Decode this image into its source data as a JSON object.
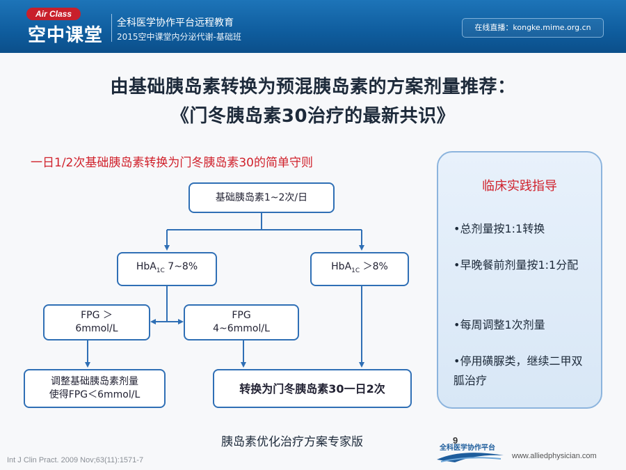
{
  "header": {
    "logo_top": "Air Class",
    "logo_main": "空中课堂",
    "title": "全科医学协作平台远程教育",
    "subtitle": "2015空中课堂内分泌代谢-基础班",
    "live": "在线直播：kongke.mime.org.cn"
  },
  "slide": {
    "title_line1": "由基础胰岛素转换为预混胰岛素的方案剂量推荐：",
    "title_line2": "《门冬胰岛素30治疗的最新共识》",
    "subtitle": "一日1/2次基础胰岛素转换为门冬胰岛素30的简单守则"
  },
  "flow": {
    "start": "基础胰岛素1~2次/日",
    "hba_left_prefix": "HbA",
    "hba_left_sub": "1C",
    "hba_left_suffix": " 7~8%",
    "hba_right_prefix": "HbA",
    "hba_right_sub": "1C",
    "hba_right_suffix": " ＞8%",
    "fpg_high_line1": "FPG ＞",
    "fpg_high_line2": "6mmol/L",
    "fpg_mid_line1": "FPG",
    "fpg_mid_line2": "4~6mmol/L",
    "adjust_line1": "调整基础胰岛素剂量",
    "adjust_line2": "使得FPG＜6mmol/L",
    "switch": "转换为门冬胰岛素30一日2次"
  },
  "panel": {
    "title": "临床实践指导",
    "items": [
      "•总剂量按1:1转换",
      "•早晚餐前剂量按1:1分配",
      "•每周调整1次剂量",
      "•停用磺脲类，继续二甲双胍治疗"
    ]
  },
  "footer": {
    "reference": "Int J Clin Pract. 2009 Nov;63(11):1571-7",
    "expert": "胰岛素优化治疗方案专家版",
    "page": "9",
    "logo_text": "全科医学协作平台",
    "url": "www.alliedphysician.com"
  },
  "colors": {
    "header_blue": "#0f5d9e",
    "box_border": "#2f6fb5",
    "accent_red": "#d0212b",
    "panel_bg": "#dde9f6"
  }
}
